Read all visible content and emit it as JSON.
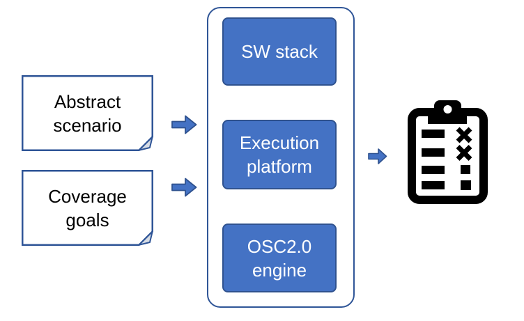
{
  "diagram": {
    "background_color": "#FFFFFF",
    "inputs": [
      {
        "name": "abstract-scenario",
        "lines": [
          "Abstract",
          "scenario"
        ]
      },
      {
        "name": "coverage-goals",
        "lines": [
          "Coverage",
          "goals"
        ]
      }
    ],
    "pipeline": {
      "components": [
        {
          "name": "sw-stack",
          "lines": [
            "SW stack"
          ]
        },
        {
          "name": "execution-platform",
          "lines": [
            "Execution",
            "platform"
          ]
        },
        {
          "name": "osc2-engine",
          "lines": [
            "OSC2.0",
            "engine"
          ]
        }
      ]
    },
    "output": {
      "icon": "clipboard-checklist-icon"
    },
    "arrows": {
      "count": 3,
      "direction": "right",
      "icon": "right-block-arrow-icon"
    },
    "colors": {
      "component_fill": "#4472C4",
      "component_border": "#2F528F",
      "component_text": "#FFFFFF",
      "note_border": "#2F5597",
      "note_fill": "#FFFFFF",
      "note_text": "#000000",
      "fold_fill": "#D6DCE5",
      "frame_border": "#2F5597",
      "arrow_fill": "#4472C4",
      "arrow_border": "#2F528F",
      "icon_color": "#000000"
    }
  }
}
